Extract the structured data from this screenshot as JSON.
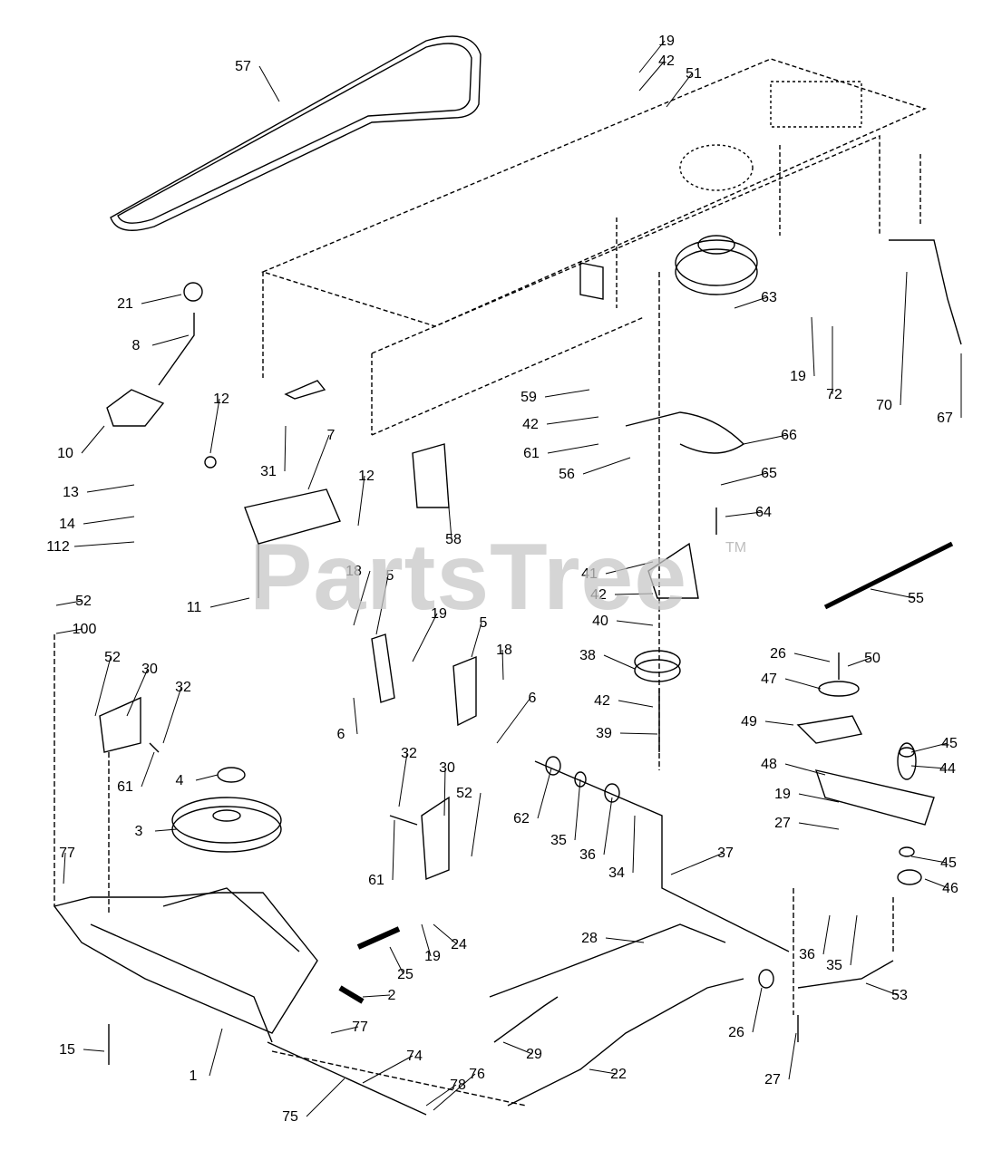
{
  "watermark": {
    "text": "PartsTree",
    "trademark": "TM"
  },
  "labels": [
    "57",
    "19",
    "42",
    "51",
    "21",
    "8",
    "12",
    "10",
    "31",
    "7",
    "13",
    "14",
    "112",
    "12",
    "58",
    "63",
    "19",
    "72",
    "70",
    "67",
    "59",
    "42",
    "61",
    "56",
    "66",
    "65",
    "64",
    "11",
    "18",
    "5",
    "19",
    "5",
    "18",
    "6",
    "6",
    "41",
    "42",
    "40",
    "38",
    "42",
    "39",
    "55",
    "26",
    "50",
    "47",
    "49",
    "45",
    "44",
    "48",
    "19",
    "27",
    "45",
    "46",
    "52",
    "100",
    "52",
    "30",
    "32",
    "61",
    "4",
    "3",
    "32",
    "30",
    "52",
    "61",
    "62",
    "35",
    "36",
    "34",
    "37",
    "77",
    "28",
    "36",
    "35",
    "53",
    "25",
    "19",
    "24",
    "2",
    "26",
    "27",
    "77",
    "74",
    "29",
    "22",
    "78",
    "76",
    "75",
    "15",
    "1"
  ]
}
